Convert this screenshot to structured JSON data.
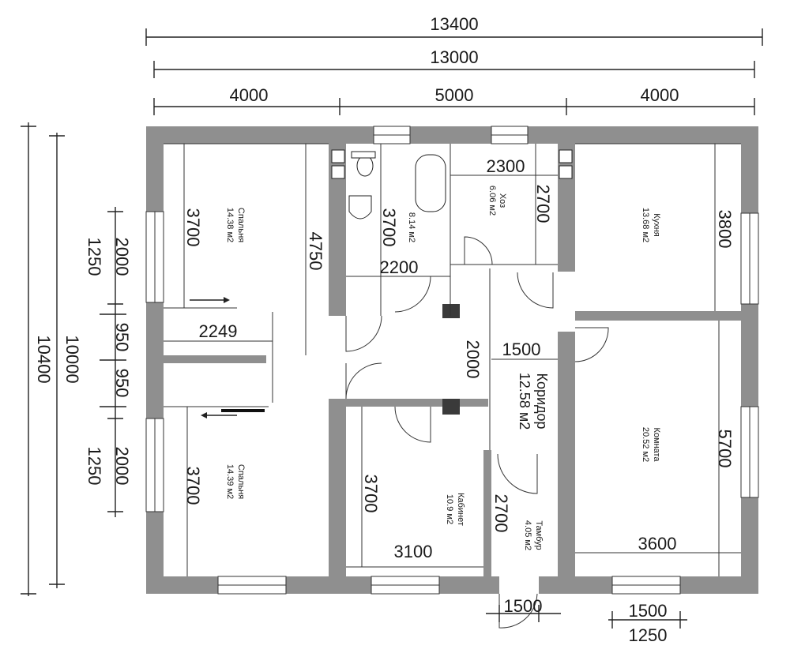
{
  "plan": {
    "overall": {
      "total_width": "13400",
      "inner_width": "13000",
      "segments": [
        "4000",
        "5000",
        "4000"
      ],
      "total_height": "10400",
      "inner_height": "10000"
    },
    "left_dims": [
      "1250",
      "2000",
      "950",
      "950",
      "1250",
      "2000"
    ],
    "bottom_dims": [
      "1500",
      "1500",
      "1250"
    ],
    "rooms": [
      {
        "name": "Спальня",
        "area": "14.38 м2"
      },
      {
        "name": "Спальня",
        "area": "14.39 м2"
      },
      {
        "name": "",
        "area": "8.14 м2"
      },
      {
        "name": "Хоз",
        "area": "6.06 м2"
      },
      {
        "name": "Кухня",
        "area": "13.68 м2"
      },
      {
        "name": "Коридор",
        "area": "12.58 м2"
      },
      {
        "name": "Комната",
        "area": "20.52 м2"
      },
      {
        "name": "Кабинет",
        "area": "10.9 м2"
      },
      {
        "name": "Тамбур",
        "area": "4.05 м2"
      }
    ],
    "inner_dims": {
      "bed1_h": "3700",
      "bed1_w": "4750",
      "hall_w": "2249",
      "bed2_h": "3700",
      "bath_h": "3700",
      "bath_w": "2200",
      "utility_w": "2300",
      "utility_h": "2700",
      "kitchen_h": "3800",
      "corridor_h": "2000",
      "corridor_w": "1500",
      "room_h": "5700",
      "room_w": "3600",
      "study_h": "3700",
      "study_w": "3100",
      "vest_h": "2700"
    }
  }
}
